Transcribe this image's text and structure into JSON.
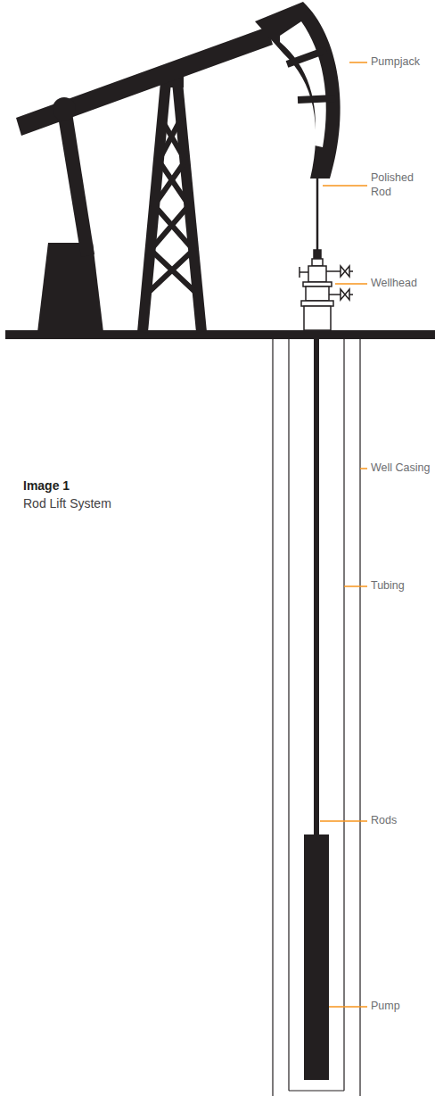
{
  "diagram": {
    "labels": [
      "Pumpjack",
      "Polished Rod",
      "Wellhead",
      "Well Casing",
      "Tubing",
      "Rods",
      "Pump",
      "Image 1",
      "Rod Lift System"
    ]
  }
}
